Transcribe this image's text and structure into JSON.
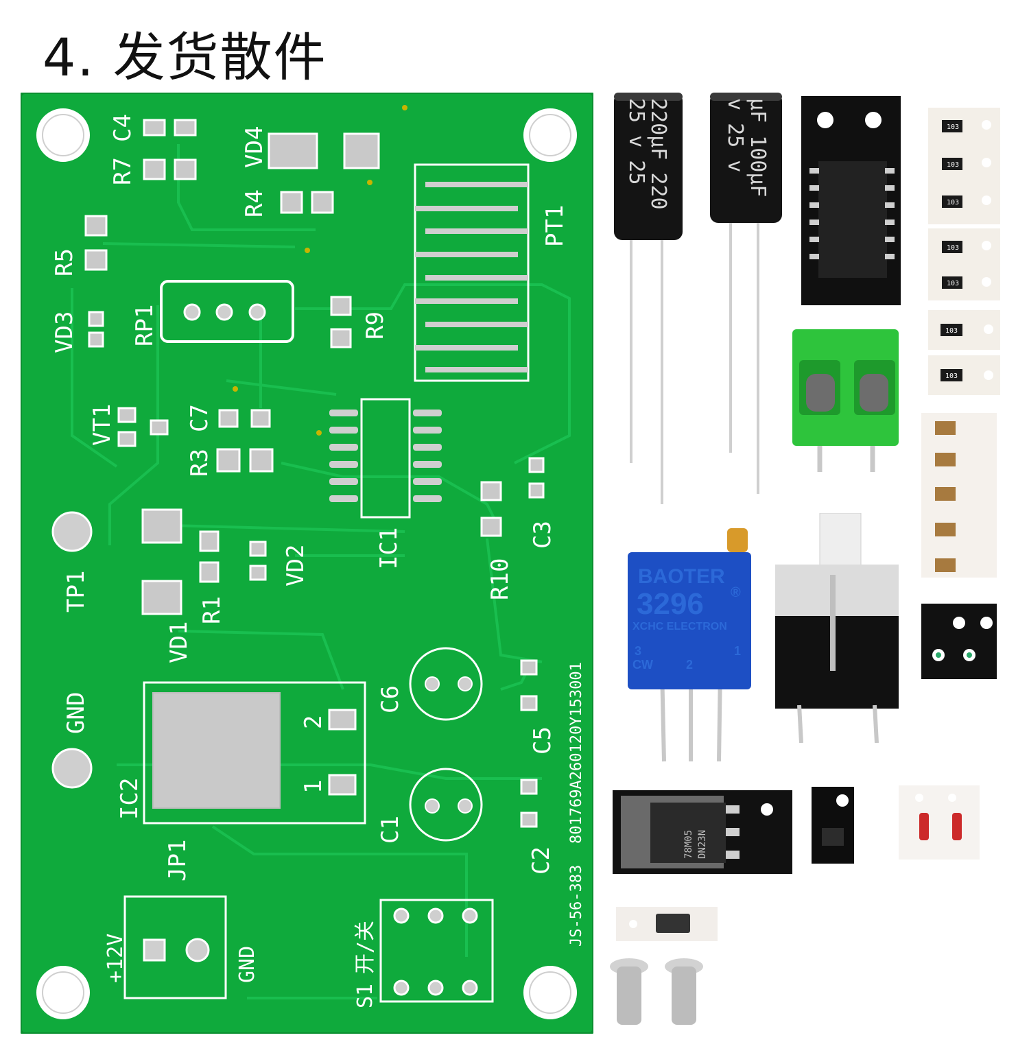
{
  "title": "4. 发货散件",
  "board_silkscreen": {
    "c4": "C4",
    "r7": "R7",
    "vd4": "VD4",
    "r4": "R4",
    "r5": "R5",
    "pt1": "PT1",
    "vd3": "VD3",
    "rp1": "RP1",
    "r9": "R9",
    "vt1": "VT1",
    "c7": "C7",
    "r3": "R3",
    "ic1": "IC1",
    "r10": "R10",
    "c3": "C3",
    "vd2": "VD2",
    "tp1": "TP1",
    "r1": "R1",
    "vd1": "VD1",
    "gnd_left": "GND",
    "c6": "C6",
    "pin2": "2",
    "c5": "C5",
    "serial": "801769A260120Y153001",
    "ic2": "IC2",
    "pin1": "1",
    "c1": "C1",
    "c2": "C2",
    "jp1": "JP1",
    "model": "JS-56-383",
    "plus12v": "+12V",
    "gnd_terminal": "GND",
    "s1": "S1",
    "switch": "开/关"
  },
  "capacitor_220": {
    "line1": "220μF 220",
    "line2": "25 v  25"
  },
  "capacitor_100": {
    "line1": "μF 100μF",
    "line2": "v  25 v"
  },
  "trimpot": {
    "brand": "BAOTER",
    "model": "3296",
    "maker": "XCHC ELECTRON",
    "mark": "®",
    "cw": "CW",
    "pin1": "1",
    "pin2": "2",
    "pin3": "3"
  },
  "resistor_codes": {
    "a": "103",
    "b": "103",
    "c": "103",
    "d": "103",
    "e": "103",
    "f": "103",
    "g": "103"
  },
  "regulator": {
    "line1": "78M05",
    "line2": "DN23N"
  },
  "colors": {
    "pcb": "#0faa3c",
    "pcb_edge": "#0b8f30",
    "pad": "#c9c9c9",
    "terminal": "#2ec43c",
    "pot": "#1d4fc4"
  }
}
